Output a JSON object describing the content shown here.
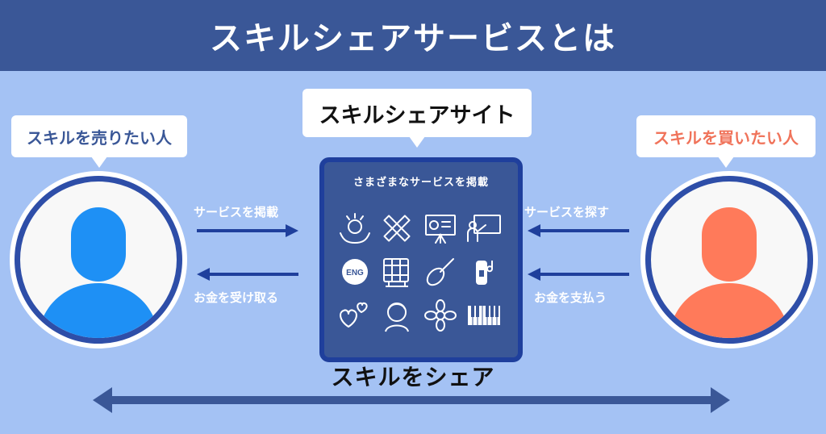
{
  "header": {
    "title": "スキルシェアサービスとは"
  },
  "seller": {
    "label": "スキルを売りたい人",
    "color": "#1e90f5"
  },
  "site": {
    "label": "スキルシェアサイト",
    "box_title": "さまざまなサービスを掲載",
    "icons": [
      "beauty-icon",
      "craft-tools-icon",
      "presentation-icon",
      "teaching-icon",
      "english-icon",
      "video-editing-icon",
      "cooking-icon",
      "music-icon",
      "love-advice-icon",
      "portrait-icon",
      "flower-design-icon",
      "piano-icon"
    ],
    "icon_texts": {
      "english": "ENG"
    }
  },
  "buyer": {
    "label": "スキルを買いたい人",
    "color": "#ff7a5a"
  },
  "flows": {
    "seller_post": "サービスを掲載",
    "seller_receive": "お金を受け取る",
    "buyer_search": "サービスを探す",
    "buyer_pay": "お金を支払う"
  },
  "footer": {
    "share_label": "スキルをシェア"
  },
  "colors": {
    "banner": "#3a5797",
    "background": "#a4c2f4",
    "arrow": "#1f3f9c"
  }
}
